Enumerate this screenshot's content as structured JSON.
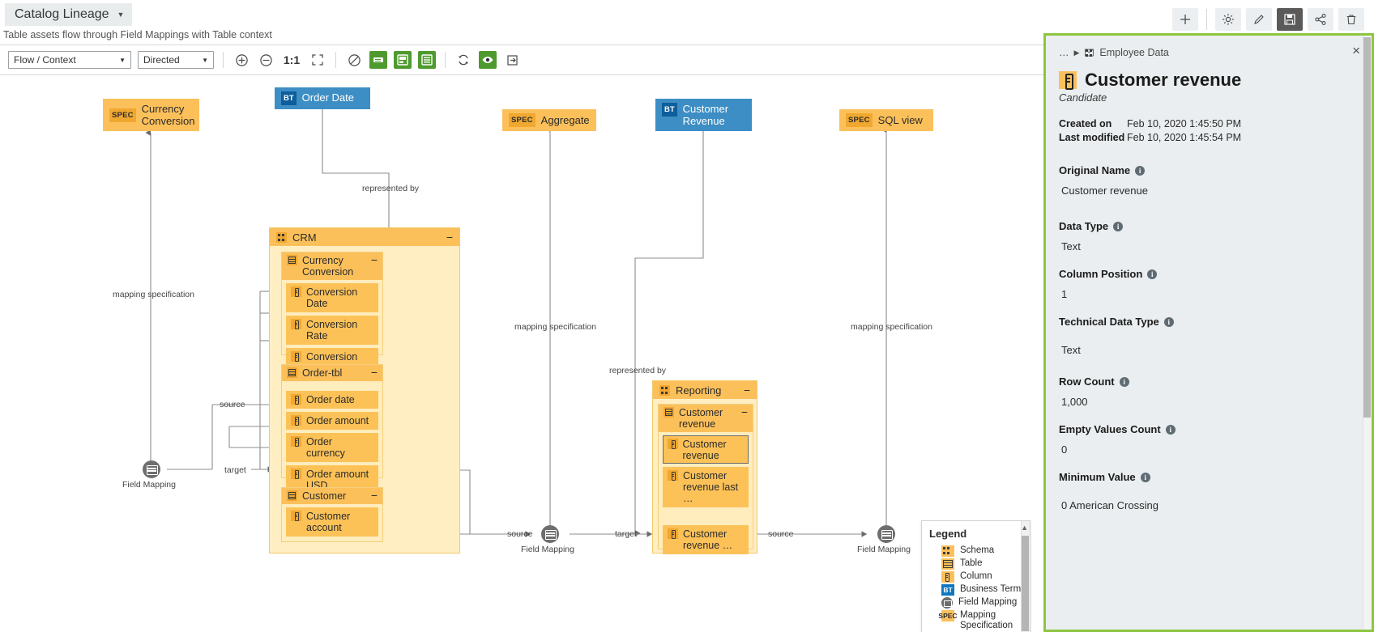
{
  "header": {
    "title": "Catalog Lineage",
    "caret_icon": "chevron-down-icon",
    "subtitle": "Table assets flow through Field Mappings with Table context",
    "actions": [
      {
        "name": "add-button",
        "icon": "plus-icon",
        "label": "+",
        "active": false
      },
      {
        "name": "settings-button",
        "icon": "gear-icon",
        "label": "⚙",
        "active": false
      },
      {
        "name": "edit-button",
        "icon": "pencil-icon",
        "label": "✎",
        "active": false
      },
      {
        "name": "save-button",
        "icon": "floppy-disk-icon",
        "label": "ὋE",
        "active": true
      },
      {
        "name": "share-button",
        "icon": "share-icon",
        "label": "≪",
        "active": false
      },
      {
        "name": "delete-button",
        "icon": "trash-icon",
        "label": "Ὕ1",
        "active": false
      }
    ]
  },
  "toolbar": {
    "flow_select": {
      "value": "Flow / Context",
      "caret": "chevron-down-icon"
    },
    "direction_select": {
      "value": "Directed",
      "caret": "chevron-down-icon"
    },
    "zoom_in": "zoom-in-icon",
    "zoom_out": "zoom-out-icon",
    "zoom_reset": "1:1",
    "fit_screen": "fit-screen-icon",
    "no_filter": "no-filter-icon",
    "layout_compact": "compact-layout-icon",
    "layout_grouped": "grouped-layout-icon",
    "layout_list": "list-layout-icon",
    "refresh": "refresh-icon",
    "visibility": "eye-icon",
    "export": "export-icon",
    "expand": "expand-icon"
  },
  "graph": {
    "spec_nodes": [
      {
        "badge": "SPEC",
        "label": "Currency Conversion"
      },
      {
        "badge": "SPEC",
        "label": "Aggregate"
      },
      {
        "badge": "SPEC",
        "label": "SQL view"
      }
    ],
    "bt_nodes": [
      {
        "badge": "BT",
        "label": "Order Date"
      },
      {
        "badge": "BT",
        "label": "Customer Revenue"
      }
    ],
    "schemas": [
      {
        "name": "CRM",
        "minus": "−",
        "tables": [
          {
            "name": "Currency Conversion",
            "minus": "−",
            "columns": [
              "Conversion Date",
              "Conversion Rate",
              "Conversion Currency"
            ]
          },
          {
            "name": "Order-tbl",
            "minus": "−",
            "columns": [
              "Order date",
              "Order amount",
              "Order currency",
              "Order amount USD"
            ]
          },
          {
            "name": "Customer",
            "minus": "−",
            "columns": [
              "Customer account"
            ]
          }
        ]
      },
      {
        "name": "Reporting",
        "minus": "−",
        "tables": [
          {
            "name": "Customer revenue",
            "minus": "−",
            "columns": [
              "Customer revenue",
              "Customer revenue last …",
              "Customer revenue …"
            ],
            "selected_column": "Customer revenue"
          }
        ]
      }
    ],
    "field_mappings": [
      {
        "label": "Field Mapping"
      },
      {
        "label": "Field Mapping"
      },
      {
        "label": "Field Mapping"
      }
    ],
    "edge_labels": [
      "mapping specification",
      "represented by",
      "mapping specification",
      "represented by",
      "mapping specification",
      "source",
      "target",
      "source",
      "target",
      "source"
    ]
  },
  "legend": {
    "title": "Legend",
    "items": [
      {
        "badge": "",
        "type": "schema",
        "label": "Schema"
      },
      {
        "badge": "",
        "type": "table",
        "label": "Table"
      },
      {
        "badge": "",
        "type": "column",
        "label": "Column"
      },
      {
        "badge": "BT",
        "type": "bt",
        "label": "Business Term"
      },
      {
        "badge": "",
        "type": "fm",
        "label": "Field Mapping"
      },
      {
        "badge": "SPEC",
        "type": "spec",
        "label": "Mapping Specification"
      }
    ]
  },
  "panel": {
    "breadcrumb_ellipsis": "…",
    "breadcrumb_caret": "chevron-right-icon",
    "breadcrumb_icon": "schema-icon",
    "breadcrumb_label": "Employee Data",
    "close_label": "×",
    "icon": "column-icon",
    "title": "Customer revenue",
    "subtitle": "Candidate",
    "created_on_label": "Created on",
    "created_on_value": "Feb 10, 2020 1:45:50 PM",
    "last_modified_label": "Last modified",
    "last_modified_value": "Feb 10, 2020 1:45:54 PM",
    "fields": [
      {
        "label": "Original Name",
        "value": "Customer revenue"
      },
      {
        "label": "Data Type",
        "value": "Text"
      },
      {
        "label": "Column Position",
        "value": "1"
      },
      {
        "label": "Technical Data Type",
        "value": "Text"
      },
      {
        "label": "Row Count",
        "value": "1,000"
      },
      {
        "label": "Empty Values Count",
        "value": "0"
      },
      {
        "label": "Minimum Value",
        "value": "0 American Crossing"
      }
    ],
    "info_icon": "info-icon",
    "accent_color": "#8cc63e"
  }
}
